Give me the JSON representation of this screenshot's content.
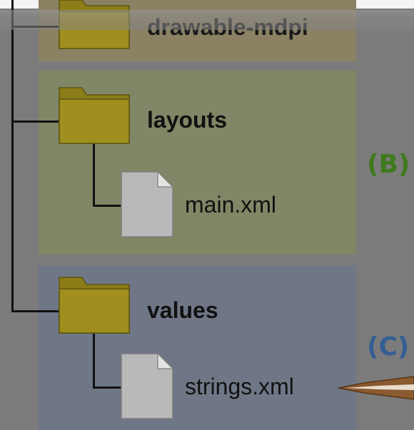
{
  "tree": {
    "folders": [
      {
        "name": "drawable-mdpi"
      },
      {
        "name": "layouts",
        "file": "main.xml",
        "tag": "(B)"
      },
      {
        "name": "values",
        "file": "strings.xml",
        "tag": "(C)"
      }
    ]
  },
  "colors": {
    "folder": "#8c7d18",
    "file": "#b9b9b9",
    "tag_b": "#3e7a1c",
    "tag_c": "#355f94",
    "arrow": "#8a5a30"
  },
  "icons": {
    "folder": "folder-icon",
    "file": "file-icon",
    "arrow": "arrow-icon"
  }
}
